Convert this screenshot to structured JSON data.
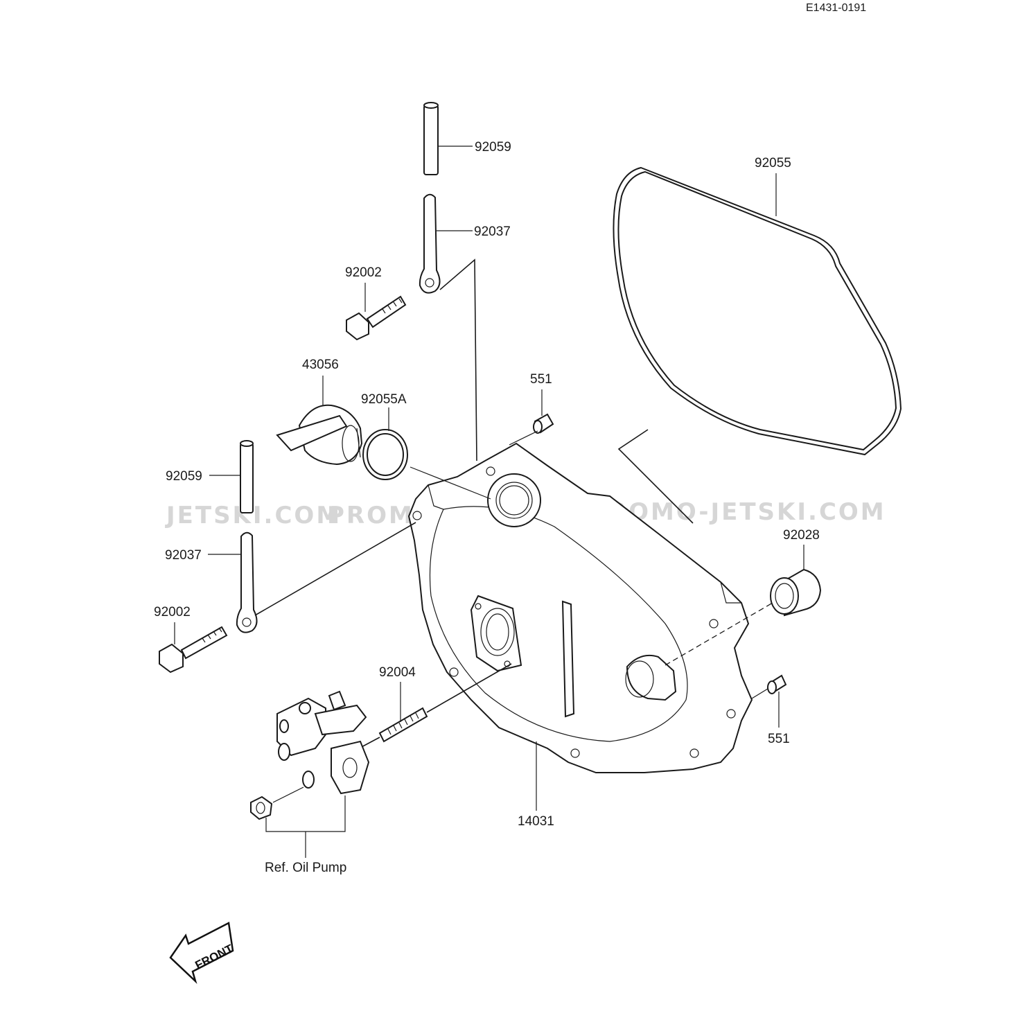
{
  "document_code": "E1431-0191",
  "watermark": {
    "left": "JETSKI.COM",
    "mid": "PROMO-JETSKI.COM",
    "right": "PROMO-JETSKI.COM"
  },
  "front_indicator": "FRONT",
  "parts": {
    "pin_top": "92059",
    "clamp_top": "92037",
    "bolt_top": "92002",
    "gasket": "92055",
    "cap": "43056",
    "oring": "92055A",
    "dowel_top": "551",
    "pin_left": "92059",
    "clamp_left": "92037",
    "bolt_left": "92002",
    "bushing": "92028",
    "stud": "92004",
    "dowel_right": "551",
    "cover": "14031",
    "oil_pump_ref": "Ref. Oil Pump"
  }
}
